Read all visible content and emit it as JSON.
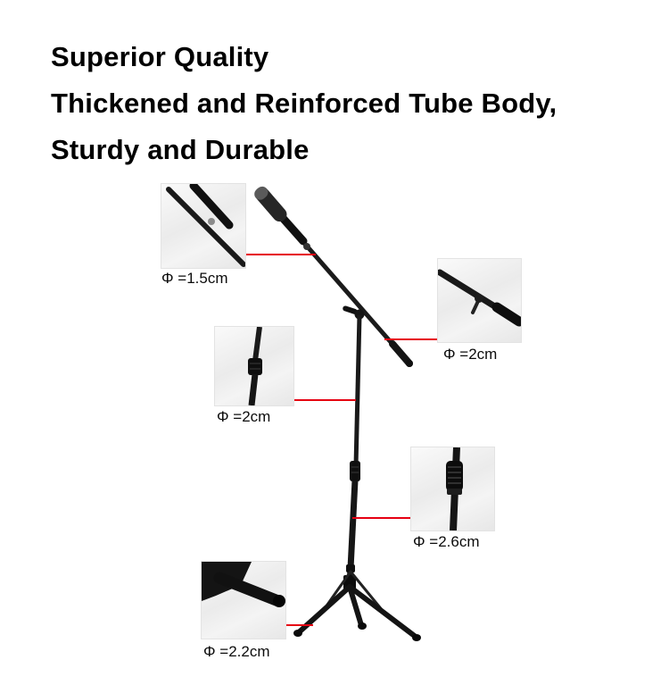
{
  "heading": {
    "line1": "Superior Quality",
    "line2": "Thickened and Reinforced Tube Body,",
    "line3": "Sturdy and Durable"
  },
  "callouts": [
    {
      "name": "boom-tip-detail",
      "label": "Φ =1.5cm"
    },
    {
      "name": "boom-arm-detail",
      "label": "Φ =2cm"
    },
    {
      "name": "upper-pole-detail",
      "label": "Φ =2cm"
    },
    {
      "name": "lower-pole-detail",
      "label": "Φ =2.6cm"
    },
    {
      "name": "tripod-leg-detail",
      "label": "Φ =2.2cm"
    }
  ],
  "colors": {
    "accent_red": "#e60012",
    "heading_text": "#000000",
    "label_text": "#0c0c0c",
    "stand_black": "#1a1a1a"
  }
}
